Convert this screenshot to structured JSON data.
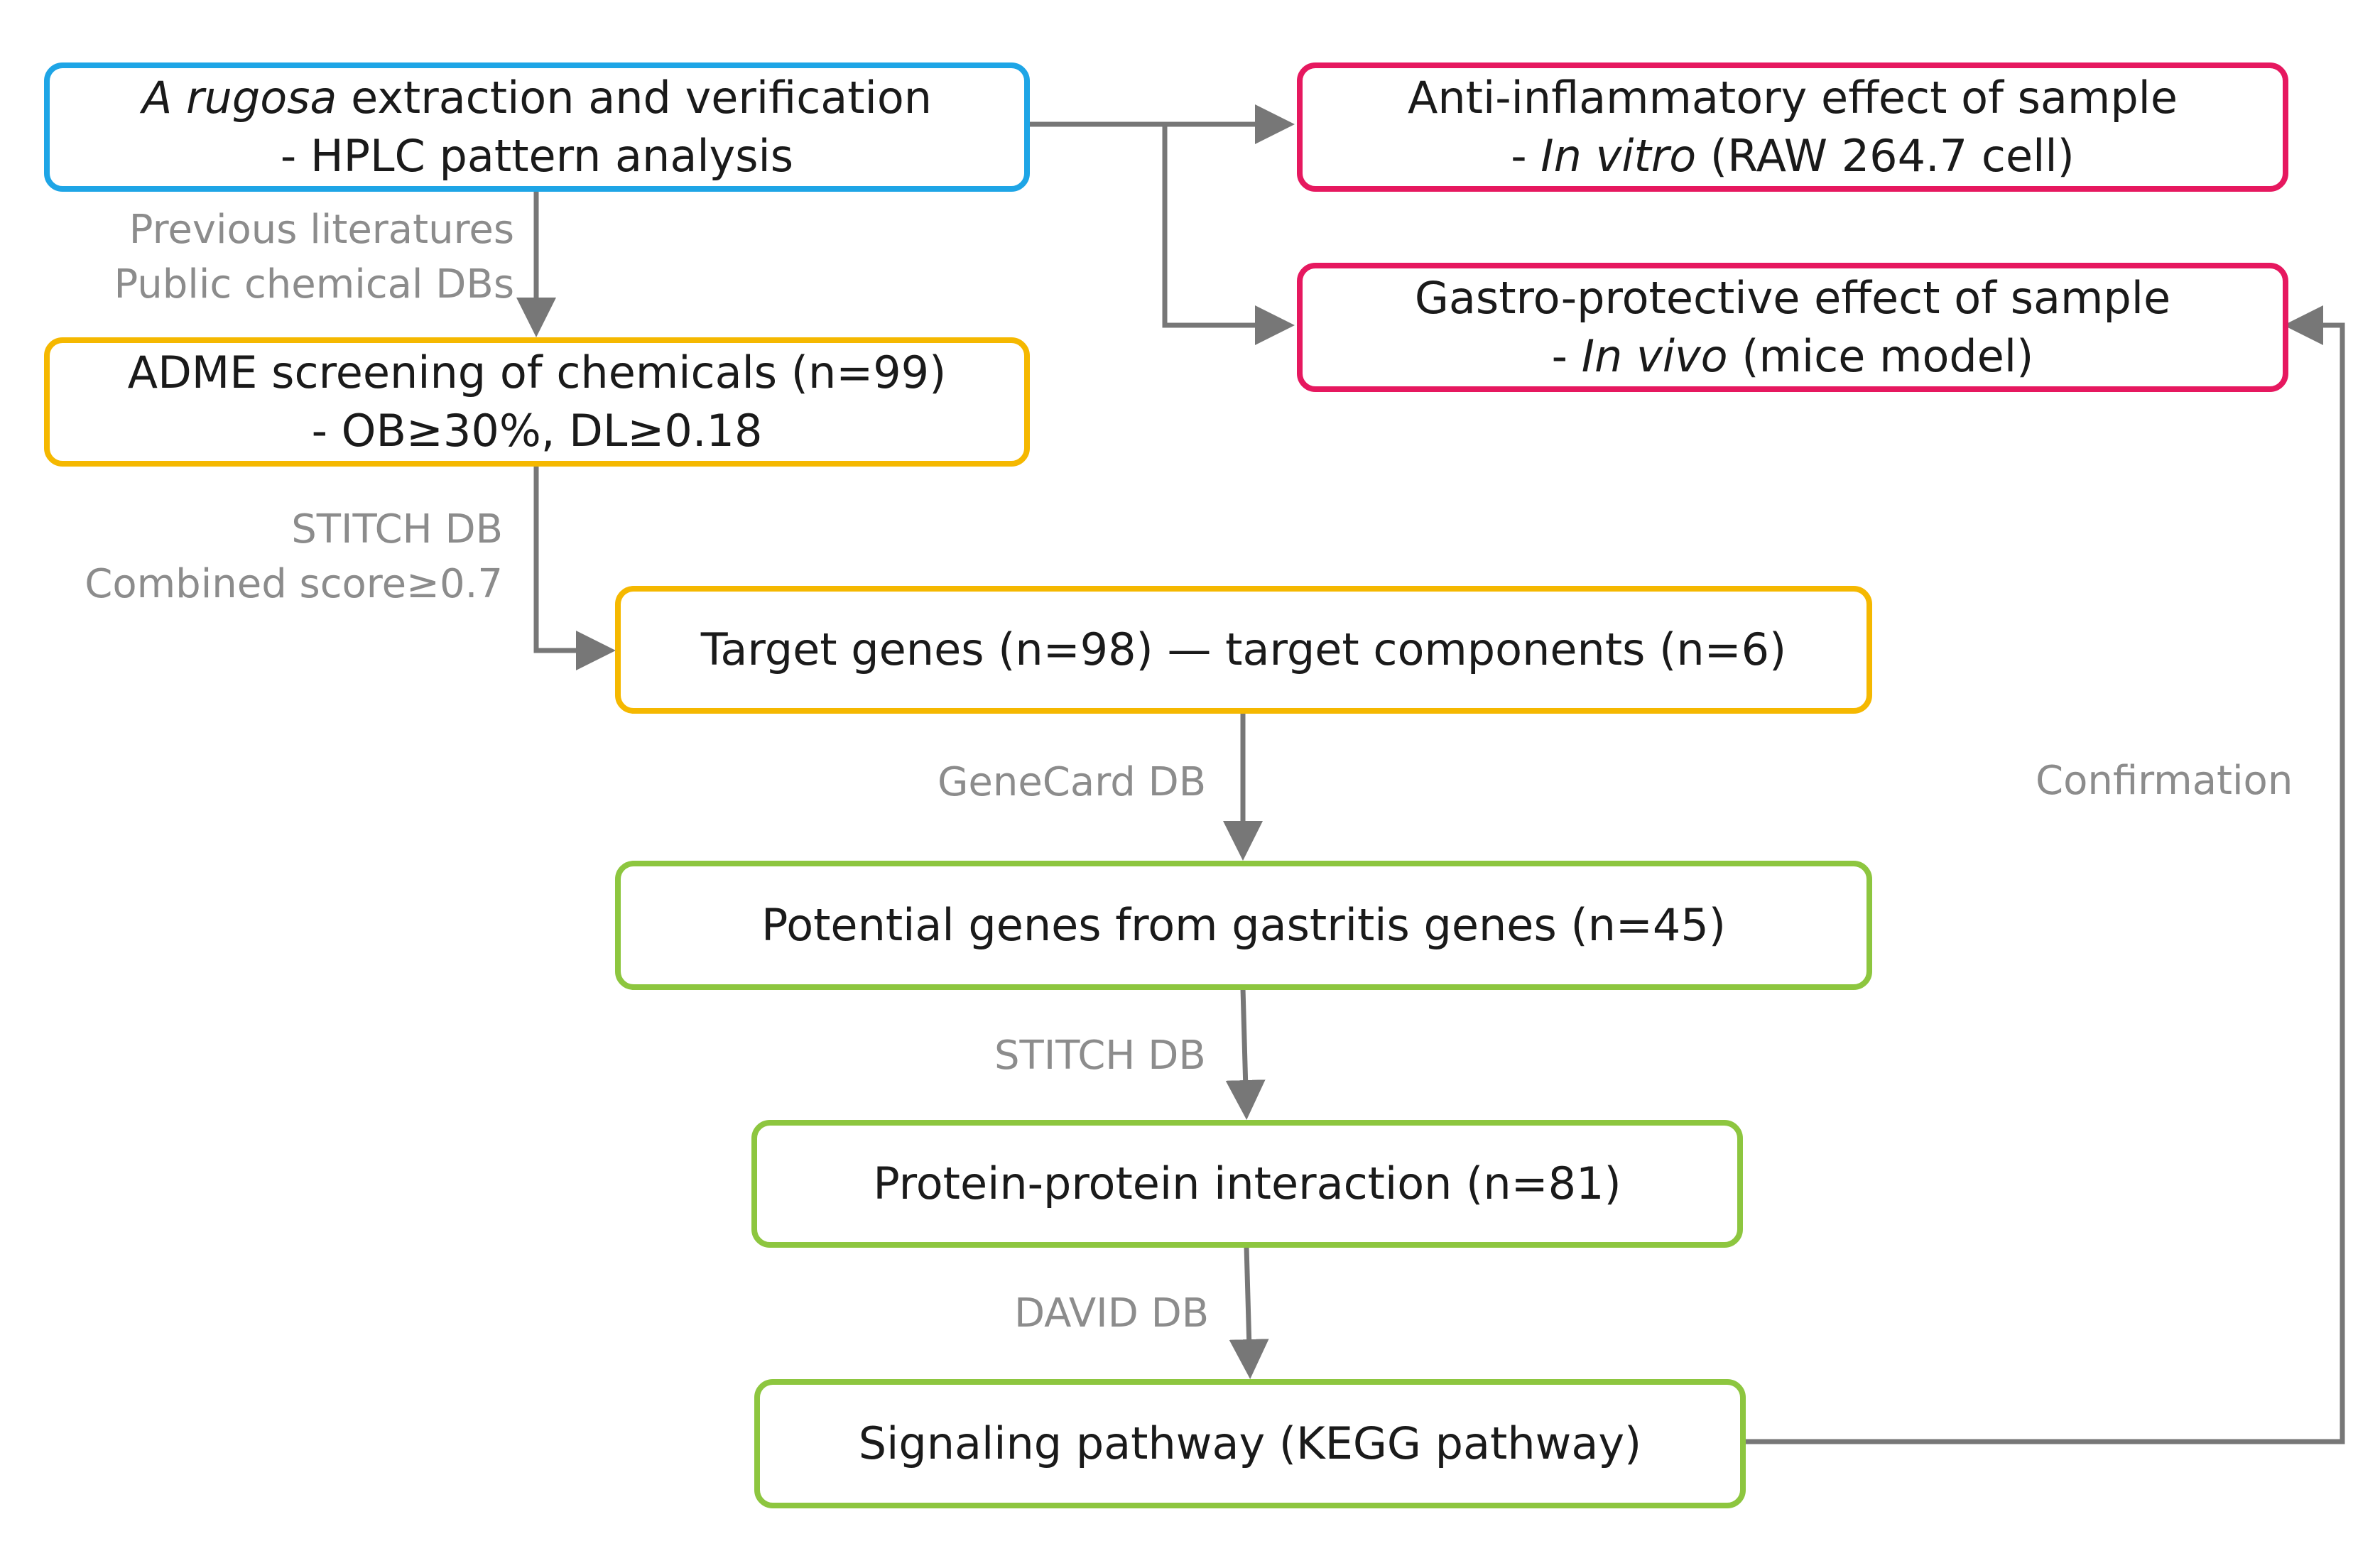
{
  "colors": {
    "blue_border": "#1EA5E6",
    "pink_border": "#E6185F",
    "orange_border": "#F5B800",
    "green_border": "#8DC63F",
    "arrow": "#777777",
    "label_text": "#8C8C8C"
  },
  "nodes": {
    "extraction": {
      "title_italic": "A rugosa",
      "title_rest": " extraction and verification",
      "subtitle": "- HPLC pattern analysis"
    },
    "anti_inflammatory": {
      "title": "Anti-inflammatory effect of sample",
      "sub_prefix": "- ",
      "sub_italic": "In vitro",
      "sub_rest": " (RAW 264.7 cell)"
    },
    "gastro_protective": {
      "title": "Gastro-protective effect of sample",
      "sub_prefix": "- ",
      "sub_italic": "In vivo",
      "sub_rest": " (mice model)"
    },
    "adme": {
      "title": "ADME screening of chemicals (n=99)",
      "subtitle": "- OB≥30%, DL≥0.18"
    },
    "target_genes": {
      "title": "Target genes (n=98) — target components (n=6)"
    },
    "potential_genes": {
      "title": "Potential genes from gastritis genes (n=45)"
    },
    "ppi": {
      "title": "Protein-protein interaction (n=81)"
    },
    "signaling": {
      "title": "Signaling pathway (KEGG pathway)"
    }
  },
  "edge_labels": {
    "literature": {
      "line1": "Previous literatures",
      "line2": "Public chemical DBs"
    },
    "stitch1": {
      "line1": "STITCH DB",
      "line2": "Combined score≥0.7"
    },
    "genecard": "GeneCard DB",
    "stitch2": "STITCH DB",
    "david": "DAVID DB",
    "confirmation": "Confirmation"
  }
}
